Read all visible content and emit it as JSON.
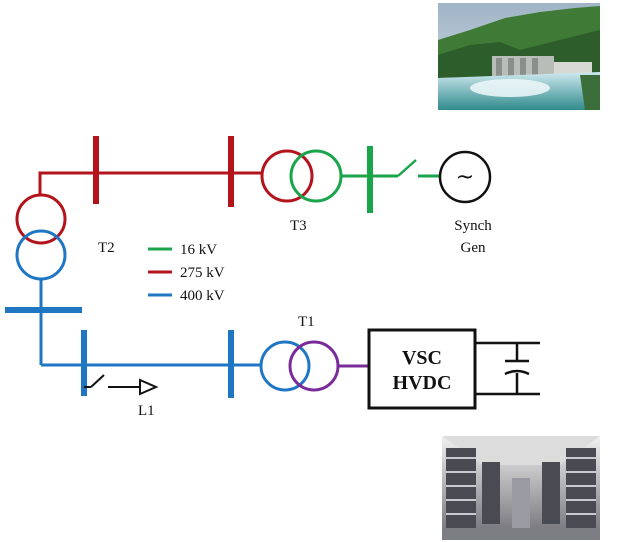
{
  "colors": {
    "kv16": "#1aa54a",
    "kv275": "#b3141c",
    "kv400": "#1f77c4",
    "t1_secondary": "#7a2b9a",
    "black": "#111111"
  },
  "labels": {
    "t2": "T2",
    "t3": "T3",
    "t1": "T1",
    "l1": "L1",
    "gen_line1": "Synch",
    "gen_line2": "Gen",
    "vsc_line1": "VSC",
    "vsc_line2": "HVDC",
    "generator_symbol": "~"
  },
  "legend": [
    {
      "label": "16 kV",
      "color_key": "kv16"
    },
    {
      "label": "275 kV",
      "color_key": "kv275"
    },
    {
      "label": "400 kV",
      "color_key": "kv400"
    }
  ],
  "photos": {
    "hydro_plant": "hydro-dam-photo",
    "hvdc_hall": "hvdc-valve-hall-photo"
  }
}
